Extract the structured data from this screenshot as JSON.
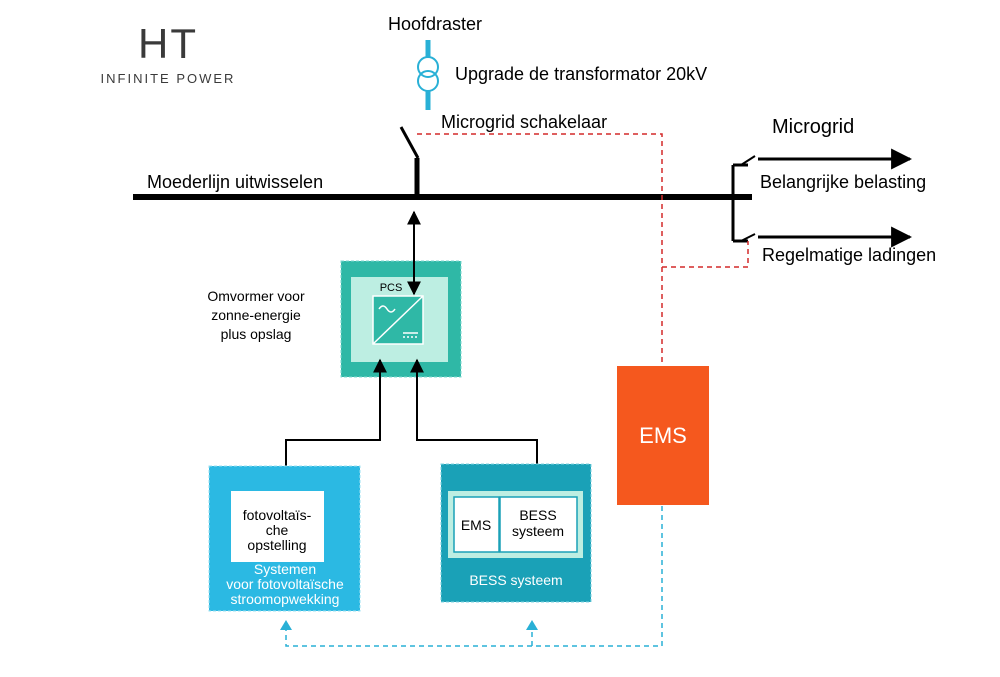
{
  "logo": {
    "mark": "HT",
    "tagline": "INFINITE POWER"
  },
  "grid": {
    "main_grid_label": "Hoofdraster",
    "transformer_label": "Upgrade de transformator 20kV",
    "switch_label": "Microgrid schakelaar",
    "busbar_label": "Moederlijn uitwisselen",
    "microgrid_label": "Microgrid",
    "critical_load_label": "Belangrijke belasting",
    "regular_load_label": "Regelmatige ladingen"
  },
  "inverter": {
    "caption_lines": [
      "Omvormer voor",
      "zonne-energie",
      "plus opslag"
    ],
    "pcs_label": "PCS"
  },
  "pv_system": {
    "array_label_lines": [
      "fotovoltaïs-",
      "che",
      "opstelling"
    ],
    "caption_lines": [
      "Systemen",
      "voor fotovoltaïsche",
      "stroomopwekking"
    ]
  },
  "bess": {
    "ems_label": "EMS",
    "bess_label_lines": [
      "BESS",
      "systeem"
    ],
    "caption": "BESS systeem"
  },
  "ems": {
    "label": "EMS"
  },
  "colors": {
    "line": "#000000",
    "transformer": "#29b0d6",
    "control_red": "#d42a2a",
    "control_cyan": "#29b0d6",
    "inverter_outer": "#2fb8a6",
    "inverter_inner": "#bdeee2",
    "pv_panel": "#2bb9e3",
    "bess_panel": "#1aa1b7",
    "bess_inner": "#bdeee2",
    "ems_box": "#f5581e"
  }
}
